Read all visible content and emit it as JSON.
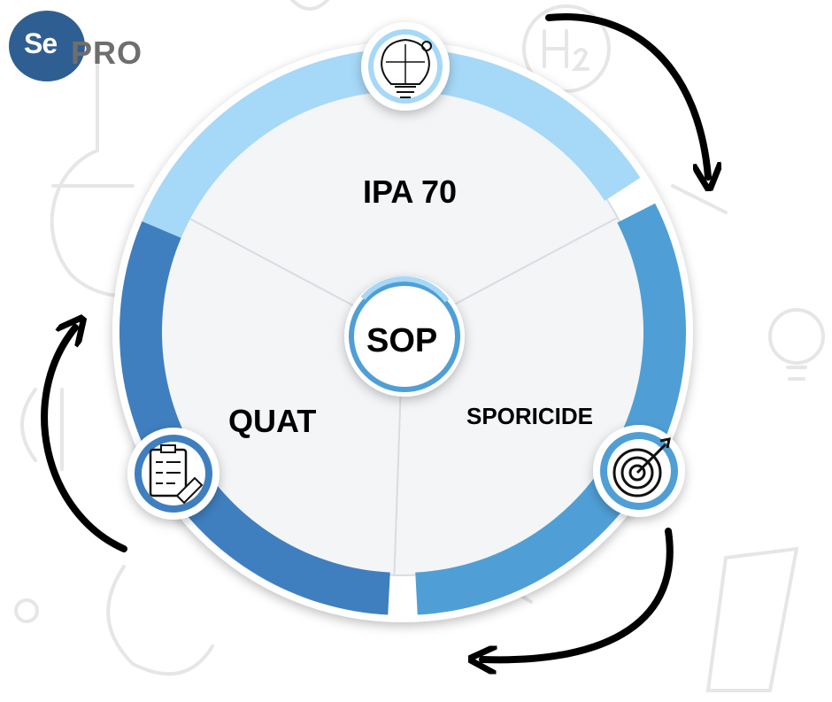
{
  "logo": {
    "se": "Se",
    "pro": "PRO"
  },
  "center": {
    "label": "SOP"
  },
  "segments": [
    {
      "label": "IPA 70",
      "icon": "lightbulb-puzzle-icon",
      "color": "#a6d8f7"
    },
    {
      "label": "SPORICIDE",
      "icon": "target-icon",
      "color": "#4f9fd6"
    },
    {
      "label": "QUAT",
      "icon": "clipboard-checklist-icon",
      "color": "#3f7fbf"
    }
  ],
  "colors": {
    "brand": "#2f5f92",
    "logo_pro": "#6e6e6e",
    "segment_fill": "#f4f5f7",
    "arrow": "#000000"
  }
}
